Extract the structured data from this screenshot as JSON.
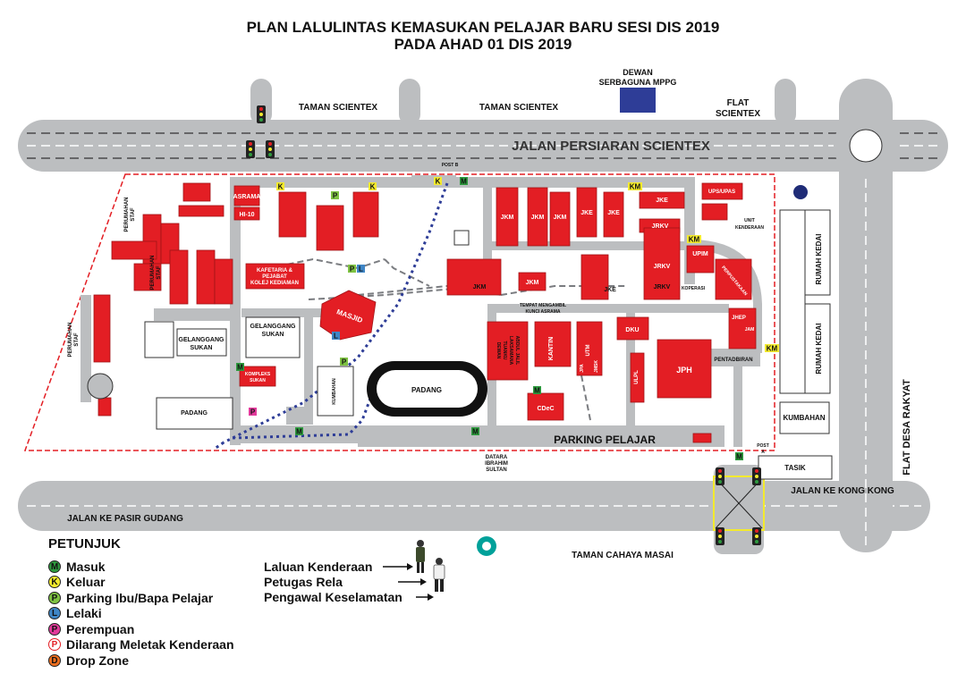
{
  "title_line1": "PLAN LALULINTAS KEMASUKAN PELAJAR BARU SESI DIS 2019",
  "title_line2": "PADA AHAD 01 DIS 2019",
  "roads": {
    "main": "JALAN PERSIARAN SCIENTEX",
    "south_west": "JALAN KE PASIR GUDANG",
    "south_east": "JALAN KE KONG KONG"
  },
  "areas": {
    "taman_scientex_1": "TAMAN SCIENTEX",
    "taman_scientex_2": "TAMAN SCIENTEX",
    "dewan_line1": "DEWAN",
    "dewan_line2": "SERBAGUNA MPPG",
    "flat_scientex_line1": "FLAT",
    "flat_scientex_line2": "SCIENTEX",
    "flat_desa_rakyat": "FLAT DESA RAKYAT",
    "taman_cahaya_masai": "TAMAN CAHAYA MASAI",
    "tasik": "TASIK",
    "rumah_kedai_1": "RUMAH KEDAI",
    "rumah_kedai_2": "RUMAH KEDAI",
    "kumbahan_east": "KUMBAHAN",
    "parking_pelajar": "PARKING PELAJAR"
  },
  "buildings": {
    "asrama": "ASRAMA",
    "hi10": "HI-10",
    "kafetaria_line1": "KAFETARIA &",
    "kafetaria_line2": "PEJABAT",
    "kafetaria_line3": "KOLEJ KEDIAMAN",
    "masjid": "MASJID",
    "gelanggang_sukan_line1": "GELANGGANG",
    "gelanggang_sukan_line2": "SUKAN",
    "gelanggang_sukan2_line1": "GELANGGANG",
    "gelanggang_sukan2_line2": "SUKAN",
    "kompleks_sukan_line1": "KOMPLEKS",
    "kompleks_sukan_line2": "SUKAN",
    "padang_west": "PADANG",
    "padang_center": "PADANG",
    "kumbahan": "KUMBAHAN",
    "jkm_1": "JKM",
    "jkm_2": "JKM",
    "jkm_3": "JKM",
    "jkm_4": "JKM",
    "jkm_5": "JKM",
    "jke_1": "JKE",
    "jke_2": "JKE",
    "jke_3": "JKE",
    "jke_4": "JKE",
    "jrkv_1": "JRKV",
    "jrkv_2": "JRKV",
    "jrkv_3": "JRKV",
    "ups": "UPS/UPAS",
    "unit_kenderaan_line1": "UNIT",
    "unit_kenderaan_line2": "KENDERAAN",
    "upim": "UPIM",
    "koperasi": "KOPERASI",
    "perpustakaan": "PERPUSTAKAAN",
    "jhep": "JHEP",
    "jam": "JAM",
    "pentadbiran": "PENTADBIRAN",
    "tempat_line1": "TEMPAT MENGAMBIL",
    "tempat_line2": "KUNCI ASRAMA",
    "dewan_tuanku_line1": "DEWAN",
    "dewan_tuanku_line2": "TUANKU",
    "dewan_tuanku_line3": "LAKSAMANA",
    "dewan_tuanku_line4": "ABDUL JALIL",
    "kantin": "KANTIN",
    "dku": "DKU",
    "utm": "UTM",
    "jpa": "JPA",
    "jmsk": "JMSK",
    "ulpl": "ULPL",
    "jph": "JPH",
    "cdec": "CDeC",
    "datara_line1": "DATARA",
    "datara_line2": "IBRAHIM",
    "datara_line3": "SULTAN",
    "post_b": "POST B",
    "post_a_line1": "POST",
    "post_a_line2": "A",
    "perumahan_staf_1_line1": "PERUMAHAN",
    "perumahan_staf_1_line2": "STAF",
    "perumahan_staf_2_line1": "PERUMAHAN",
    "perumahan_staf_2_line2": "STAF",
    "perumahan_staf_3_line1": "PERUMAHAN",
    "perumahan_staf_3_line2": "STAF"
  },
  "legend": {
    "heading": "PETUNJUK",
    "items": [
      {
        "symbol": "M",
        "color": "#2e9a3e",
        "label": "Masuk"
      },
      {
        "symbol": "K",
        "color": "#f3ea2e",
        "label": "Keluar"
      },
      {
        "symbol": "P",
        "color": "#7ec242",
        "label": "Parking Ibu/Bapa Pelajar"
      },
      {
        "symbol": "L",
        "color": "#3f86c6",
        "label": "Lelaki"
      },
      {
        "symbol": "P",
        "color": "#e23a9b",
        "label": "Perempuan"
      },
      {
        "symbol": "P",
        "color": "#ffffff",
        "label": "Dilarang Meletak Kenderaan"
      },
      {
        "symbol": "D",
        "color": "#ee6f1f",
        "label": "Drop Zone"
      }
    ]
  },
  "key": {
    "laluan": "Laluan Kenderaan",
    "petugas": "Petugas Rela",
    "pengawal": "Pengawal Keselamatan"
  },
  "colors": {
    "road": "#bcbec0",
    "building": "#e31e24",
    "campus_border": "#e31e24",
    "dewan": "#2e3d97",
    "path": "#7a7c80"
  },
  "map_markers": [
    {
      "symbol": "K",
      "type": "keluar"
    },
    {
      "symbol": "K",
      "type": "keluar"
    },
    {
      "symbol": "K",
      "type": "keluar"
    },
    {
      "symbol": "M",
      "type": "masuk"
    },
    {
      "symbol": "KM",
      "type": "km"
    },
    {
      "symbol": "KM",
      "type": "km"
    },
    {
      "symbol": "KM",
      "type": "km"
    },
    {
      "symbol": "M",
      "type": "masuk"
    },
    {
      "symbol": "M",
      "type": "masuk"
    },
    {
      "symbol": "M",
      "type": "masuk"
    },
    {
      "symbol": "M",
      "type": "masuk"
    },
    {
      "symbol": "M",
      "type": "masuk"
    },
    {
      "symbol": "P",
      "type": "parking"
    },
    {
      "symbol": "L",
      "type": "lelaki"
    },
    {
      "symbol": "P",
      "type": "parking"
    },
    {
      "symbol": "L",
      "type": "lelaki"
    },
    {
      "symbol": "P",
      "type": "parking"
    },
    {
      "symbol": "P",
      "type": "perempuan"
    }
  ]
}
